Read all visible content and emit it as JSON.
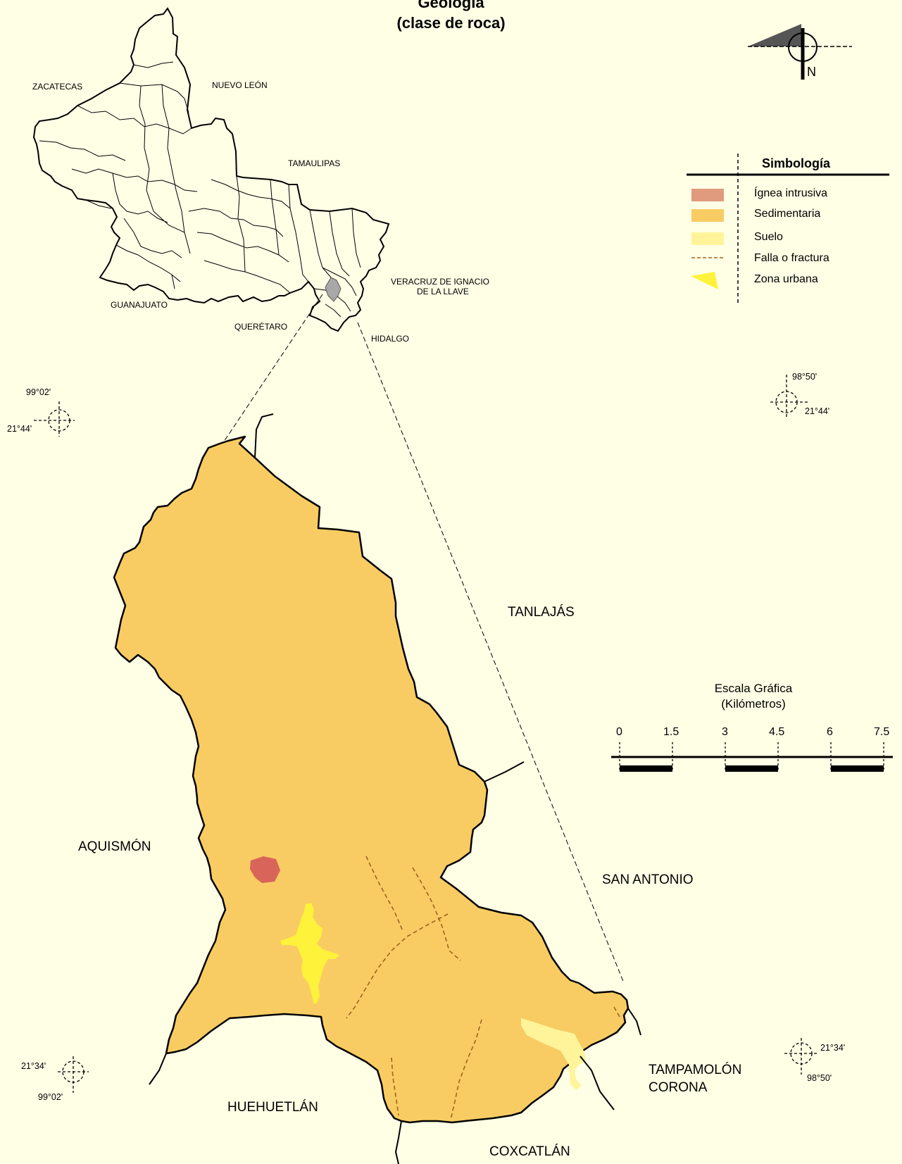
{
  "title": {
    "line1": "Geología",
    "line2": "(clase de roca)"
  },
  "north_arrow": {
    "label": "N",
    "icon": "north-arrow-icon"
  },
  "colors": {
    "background": "#FFFFE6",
    "ignea_intrusiva": "#E09A7E",
    "ignea_polygon": "#D9645A",
    "sedimentaria": "#F8CC62",
    "suelo": "#FFF49A",
    "zona_urbana": "#FFF23A",
    "falla": "#A0631E",
    "locator_highlight": "#A8A8A8"
  },
  "legend": {
    "title": "Simbología",
    "items": [
      {
        "label": "Ígnea intrusiva",
        "symbol": "ignea-intrusiva-swatch"
      },
      {
        "label": "Sedimentaria",
        "symbol": "sedimentaria-swatch"
      },
      {
        "label": "Suelo",
        "symbol": "suelo-swatch"
      },
      {
        "label": "Falla o fractura",
        "symbol": "falla-line"
      },
      {
        "label": "Zona urbana",
        "symbol": "zona-urbana-swatch"
      }
    ]
  },
  "locator_states": [
    "ZACATECAS",
    "NUEVO LEÓN",
    "TAMAULIPAS",
    "VERACRUZ DE IGNACIO",
    "DE LA LLAVE",
    "GUANAJUATO",
    "QUERÉTARO",
    "HIDALGO"
  ],
  "neighbors": [
    "TANLAJÁS",
    "AQUISMÓN",
    "SAN ANTONIO",
    "TAMPAMOLÓN",
    "CORONA",
    "HUEHUETLÁN",
    "COXCATLÁN"
  ],
  "coordinates": {
    "nw_lon": "99°02'",
    "nw_lat": "21°44'",
    "ne_lon": "98°50'",
    "ne_lat": "21°44'",
    "sw_lat": "21°34'",
    "sw_lon": "99°02'",
    "se_lat": "21°34'",
    "se_lon": "98°50'"
  },
  "scale": {
    "title": "Escala Gráfica",
    "unit": "(Kilómetros)",
    "ticks": [
      "0",
      "1.5",
      "3",
      "4.5",
      "6",
      "7.5"
    ]
  }
}
